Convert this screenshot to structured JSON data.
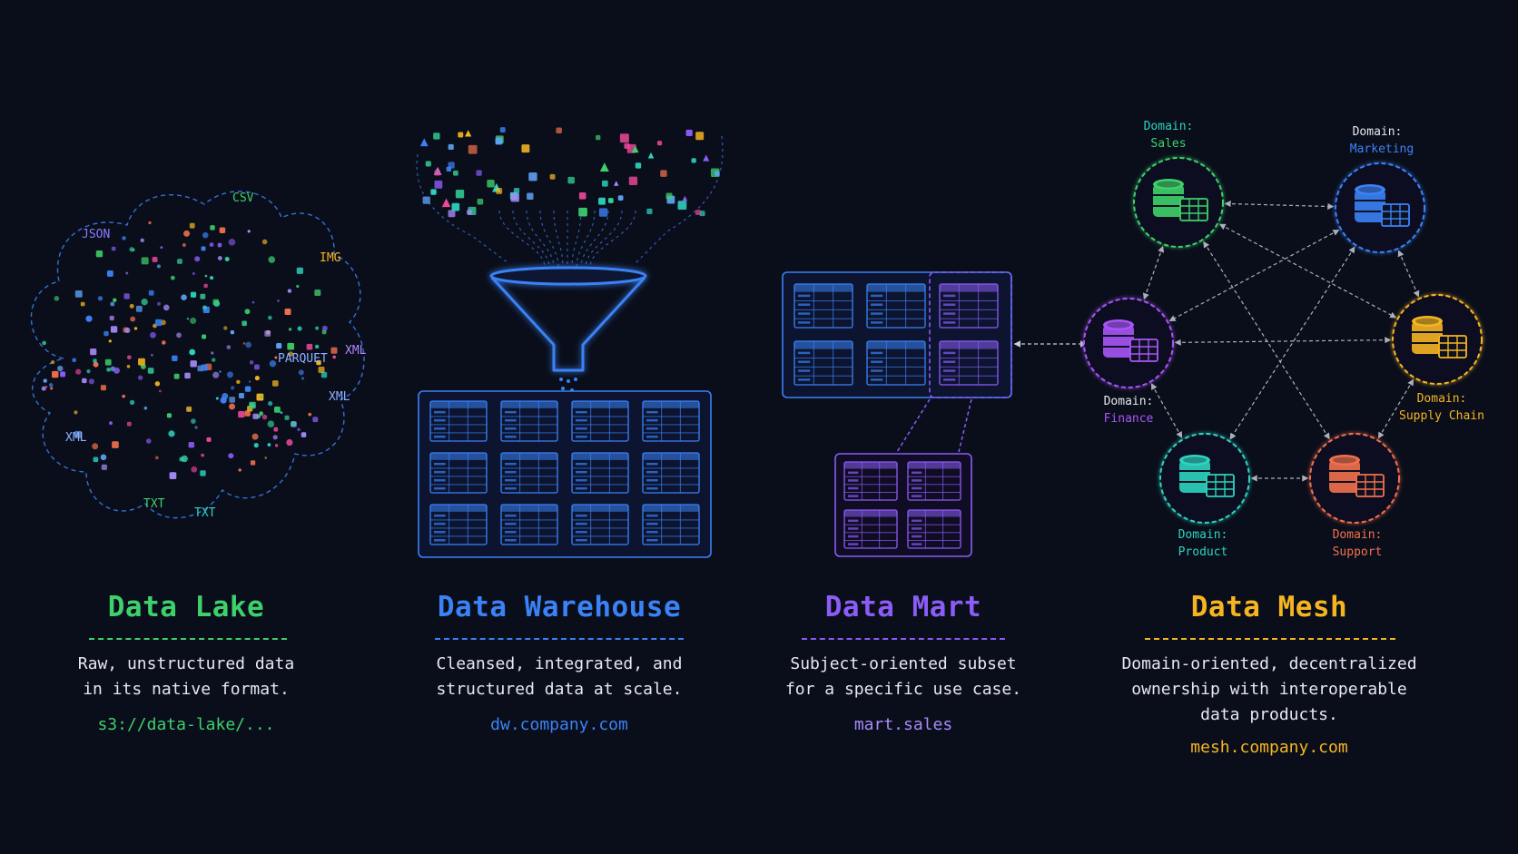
{
  "colors": {
    "background": "#0a0e1b",
    "lake": "#3ed16b",
    "warehouse": "#3b82f6",
    "mart": "#8b5cf6",
    "mesh": "#f5b521",
    "text": "#e6e8ee"
  },
  "lake": {
    "title": "Data Lake",
    "description": "Raw, unstructured data\nin its native format.",
    "link": "s3://data-lake/...",
    "format_labels": [
      "JSON",
      "CSV",
      "IMG",
      "PARQUET",
      "XML",
      "XML",
      "XML",
      "TXT",
      "TXT"
    ]
  },
  "warehouse": {
    "title": "Data Warehouse",
    "description": "Cleansed, integrated, and\nstructured data at scale.",
    "link": "dw.company.com"
  },
  "mart": {
    "title": "Data Mart",
    "description": "Subject-oriented subset\nfor a specific use case.",
    "link": "mart.sales"
  },
  "mesh": {
    "title": "Data Mesh",
    "description": "Domain-oriented, decentralized\nownership with interoperable\ndata products.",
    "link": "mesh.company.com",
    "domains": [
      {
        "id": "sales",
        "prefix": "Domain:",
        "name": "Sales",
        "color": "#3ed16b"
      },
      {
        "id": "marketing",
        "prefix": "Domain:",
        "name": "Marketing",
        "color": "#3b82f6"
      },
      {
        "id": "finance",
        "prefix": "Domain:",
        "name": "Finance",
        "color": "#a855f7"
      },
      {
        "id": "supply-chain",
        "prefix": "Domain:",
        "name": "Supply Chain",
        "color": "#f5b521"
      },
      {
        "id": "product",
        "prefix": "Domain:",
        "name": "Product",
        "color": "#2dd4bf"
      },
      {
        "id": "support",
        "prefix": "Domain:",
        "name": "Support",
        "color": "#f2704d"
      }
    ]
  }
}
